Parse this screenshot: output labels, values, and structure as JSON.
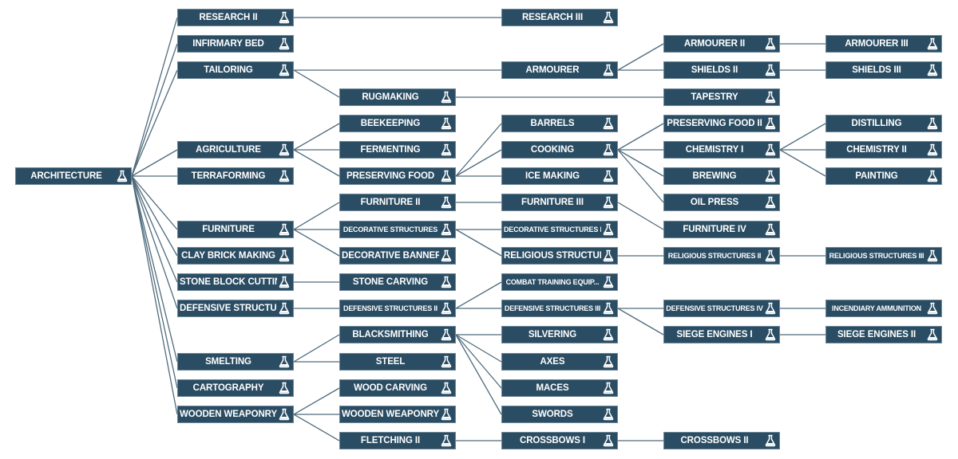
{
  "colors": {
    "node_fill": "#2b4d63",
    "node_border": "#6d8799",
    "link": "#4f6b7c",
    "text": "#ffffff"
  },
  "icon": "flask-icon",
  "nodes": [
    {
      "id": "architecture",
      "label": "ARCHITECTURE",
      "col": 0,
      "row": 6
    },
    {
      "id": "research2",
      "label": "RESEARCH II",
      "col": 1,
      "row": 0
    },
    {
      "id": "infirmary",
      "label": "INFIRMARY BED",
      "col": 1,
      "row": 1
    },
    {
      "id": "tailoring",
      "label": "TAILORING",
      "col": 1,
      "row": 2
    },
    {
      "id": "agriculture",
      "label": "AGRICULTURE",
      "col": 1,
      "row": 5
    },
    {
      "id": "terraforming",
      "label": "TERRAFORMING",
      "col": 1,
      "row": 6
    },
    {
      "id": "furniture",
      "label": "FURNITURE",
      "col": 1,
      "row": 8
    },
    {
      "id": "claybrick",
      "label": "CLAY BRICK MAKING",
      "col": 1,
      "row": 9
    },
    {
      "id": "stoneblock",
      "label": "STONE BLOCK CUTTING",
      "col": 1,
      "row": 10
    },
    {
      "id": "defstruct",
      "label": "DEFENSIVE STRUCTURES",
      "col": 1,
      "row": 11
    },
    {
      "id": "smelting",
      "label": "SMELTING",
      "col": 1,
      "row": 13
    },
    {
      "id": "cartography",
      "label": "CARTOGRAPHY",
      "col": 1,
      "row": 14
    },
    {
      "id": "woodweap",
      "label": "WOODEN WEAPONRY",
      "col": 1,
      "row": 15
    },
    {
      "id": "rugmaking",
      "label": "RUGMAKING",
      "col": 2,
      "row": 3
    },
    {
      "id": "beekeeping",
      "label": "BEEKEEPING",
      "col": 2,
      "row": 4
    },
    {
      "id": "fermenting",
      "label": "FERMENTING",
      "col": 2,
      "row": 5
    },
    {
      "id": "presfood",
      "label": "PRESERVING FOOD",
      "col": 2,
      "row": 6
    },
    {
      "id": "furniture2",
      "label": "FURNITURE II",
      "col": 2,
      "row": 7
    },
    {
      "id": "decstruct",
      "label": "DECORATIVE STRUCTURES",
      "col": 2,
      "row": 8,
      "small": true
    },
    {
      "id": "decban",
      "label": "DECORATIVE BANNERS",
      "col": 2,
      "row": 9
    },
    {
      "id": "stonecarv",
      "label": "STONE CARVING",
      "col": 2,
      "row": 10
    },
    {
      "id": "defstruct2",
      "label": "DEFENSIVE STRUCTURES II",
      "col": 2,
      "row": 11,
      "small": true
    },
    {
      "id": "blacksmith",
      "label": "BLACKSMITHING",
      "col": 2,
      "row": 12
    },
    {
      "id": "steel",
      "label": "STEEL",
      "col": 2,
      "row": 13
    },
    {
      "id": "woodcarv",
      "label": "WOOD CARVING",
      "col": 2,
      "row": 14
    },
    {
      "id": "woodweap2",
      "label": "WOODEN WEAPONRY II",
      "col": 2,
      "row": 15
    },
    {
      "id": "fletch2",
      "label": "FLETCHING II",
      "col": 2,
      "row": 16
    },
    {
      "id": "research3",
      "label": "RESEARCH III",
      "col": 3,
      "row": 0
    },
    {
      "id": "armourer",
      "label": "ARMOURER",
      "col": 3,
      "row": 2
    },
    {
      "id": "barrels",
      "label": "BARRELS",
      "col": 3,
      "row": 4
    },
    {
      "id": "cooking",
      "label": "COOKING",
      "col": 3,
      "row": 5
    },
    {
      "id": "icemaking",
      "label": "ICE MAKING",
      "col": 3,
      "row": 6
    },
    {
      "id": "furniture3",
      "label": "FURNITURE III",
      "col": 3,
      "row": 7
    },
    {
      "id": "decstruct2",
      "label": "DECORATIVE STRUCTURES II",
      "col": 3,
      "row": 8,
      "small": true
    },
    {
      "id": "relstruct",
      "label": "RELIGIOUS STRUCTURES",
      "col": 3,
      "row": 9
    },
    {
      "id": "combat",
      "label": "COMBAT TRAINING EQUIP...",
      "col": 3,
      "row": 10,
      "small": true
    },
    {
      "id": "defstruct3",
      "label": "DEFENSIVE STRUCTURES III",
      "col": 3,
      "row": 11,
      "small": true
    },
    {
      "id": "silvering",
      "label": "SILVERING",
      "col": 3,
      "row": 12
    },
    {
      "id": "axes",
      "label": "AXES",
      "col": 3,
      "row": 13
    },
    {
      "id": "maces",
      "label": "MACES",
      "col": 3,
      "row": 14
    },
    {
      "id": "swords",
      "label": "SWORDS",
      "col": 3,
      "row": 15
    },
    {
      "id": "crossbows1",
      "label": "CROSSBOWS I",
      "col": 3,
      "row": 16
    },
    {
      "id": "armourer2",
      "label": "ARMOURER II",
      "col": 4,
      "row": 1
    },
    {
      "id": "shields2",
      "label": "SHIELDS II",
      "col": 4,
      "row": 2
    },
    {
      "id": "tapestry",
      "label": "TAPESTRY",
      "col": 4,
      "row": 3
    },
    {
      "id": "presfood2",
      "label": "PRESERVING FOOD II",
      "col": 4,
      "row": 4
    },
    {
      "id": "chem1",
      "label": "CHEMISTRY I",
      "col": 4,
      "row": 5
    },
    {
      "id": "brewing",
      "label": "BREWING",
      "col": 4,
      "row": 6
    },
    {
      "id": "oilpress",
      "label": "OIL PRESS",
      "col": 4,
      "row": 7
    },
    {
      "id": "furniture4",
      "label": "FURNITURE IV",
      "col": 4,
      "row": 8
    },
    {
      "id": "relstruct2",
      "label": "RELIGIOUS STRUCTURES II",
      "col": 4,
      "row": 9,
      "small": true
    },
    {
      "id": "defstruct4",
      "label": "DEFENSIVE STRUCTURES IV",
      "col": 4,
      "row": 11,
      "small": true
    },
    {
      "id": "siege1",
      "label": "SIEGE ENGINES I",
      "col": 4,
      "row": 12
    },
    {
      "id": "crossbows2",
      "label": "CROSSBOWS II",
      "col": 4,
      "row": 16
    },
    {
      "id": "armourer3",
      "label": "ARMOURER III",
      "col": 5,
      "row": 1
    },
    {
      "id": "shields3",
      "label": "SHIELDS III",
      "col": 5,
      "row": 2
    },
    {
      "id": "distilling",
      "label": "DISTILLING",
      "col": 5,
      "row": 4
    },
    {
      "id": "chem2",
      "label": "CHEMISTRY II",
      "col": 5,
      "row": 5
    },
    {
      "id": "painting",
      "label": "PAINTING",
      "col": 5,
      "row": 6
    },
    {
      "id": "relstruct3",
      "label": "RELIGIOUS STRUCTURES III",
      "col": 5,
      "row": 9,
      "small": true
    },
    {
      "id": "incendiary",
      "label": "INCENDIARY AMMUNITION",
      "col": 5,
      "row": 11,
      "small": true
    },
    {
      "id": "siege2",
      "label": "SIEGE ENGINES II",
      "col": 5,
      "row": 12
    }
  ],
  "edges": [
    [
      "architecture",
      "research2"
    ],
    [
      "architecture",
      "infirmary"
    ],
    [
      "architecture",
      "tailoring"
    ],
    [
      "architecture",
      "agriculture"
    ],
    [
      "architecture",
      "terraforming"
    ],
    [
      "architecture",
      "furniture"
    ],
    [
      "architecture",
      "claybrick"
    ],
    [
      "architecture",
      "stoneblock"
    ],
    [
      "architecture",
      "defstruct"
    ],
    [
      "architecture",
      "smelting"
    ],
    [
      "architecture",
      "cartography"
    ],
    [
      "architecture",
      "woodweap"
    ],
    [
      "research2",
      "research3"
    ],
    [
      "tailoring",
      "armourer"
    ],
    [
      "tailoring",
      "rugmaking"
    ],
    [
      "armourer",
      "armourer2"
    ],
    [
      "armourer",
      "shields2"
    ],
    [
      "armourer2",
      "armourer3"
    ],
    [
      "shields2",
      "shields3"
    ],
    [
      "rugmaking",
      "tapestry"
    ],
    [
      "agriculture",
      "beekeeping"
    ],
    [
      "agriculture",
      "fermenting"
    ],
    [
      "agriculture",
      "presfood"
    ],
    [
      "presfood",
      "barrels"
    ],
    [
      "presfood",
      "cooking"
    ],
    [
      "presfood",
      "icemaking"
    ],
    [
      "cooking",
      "presfood2"
    ],
    [
      "cooking",
      "chem1"
    ],
    [
      "cooking",
      "brewing"
    ],
    [
      "cooking",
      "oilpress"
    ],
    [
      "chem1",
      "distilling"
    ],
    [
      "chem1",
      "chem2"
    ],
    [
      "chem1",
      "painting"
    ],
    [
      "furniture",
      "furniture2"
    ],
    [
      "furniture",
      "decstruct"
    ],
    [
      "furniture",
      "decban"
    ],
    [
      "furniture2",
      "furniture3"
    ],
    [
      "furniture3",
      "furniture4"
    ],
    [
      "decstruct",
      "decstruct2"
    ],
    [
      "decstruct",
      "relstruct"
    ],
    [
      "relstruct",
      "relstruct2"
    ],
    [
      "relstruct2",
      "relstruct3"
    ],
    [
      "stoneblock",
      "stonecarv"
    ],
    [
      "defstruct",
      "defstruct2"
    ],
    [
      "defstruct2",
      "combat"
    ],
    [
      "defstruct2",
      "defstruct3"
    ],
    [
      "defstruct3",
      "defstruct4"
    ],
    [
      "defstruct3",
      "siege1"
    ],
    [
      "defstruct4",
      "incendiary"
    ],
    [
      "siege1",
      "siege2"
    ],
    [
      "smelting",
      "blacksmith"
    ],
    [
      "smelting",
      "steel"
    ],
    [
      "blacksmith",
      "silvering"
    ],
    [
      "blacksmith",
      "axes"
    ],
    [
      "blacksmith",
      "maces"
    ],
    [
      "blacksmith",
      "swords"
    ],
    [
      "woodweap",
      "woodcarv"
    ],
    [
      "woodweap",
      "woodweap2"
    ],
    [
      "woodweap",
      "fletch2"
    ],
    [
      "fletch2",
      "crossbows1"
    ],
    [
      "crossbows1",
      "crossbows2"
    ]
  ]
}
